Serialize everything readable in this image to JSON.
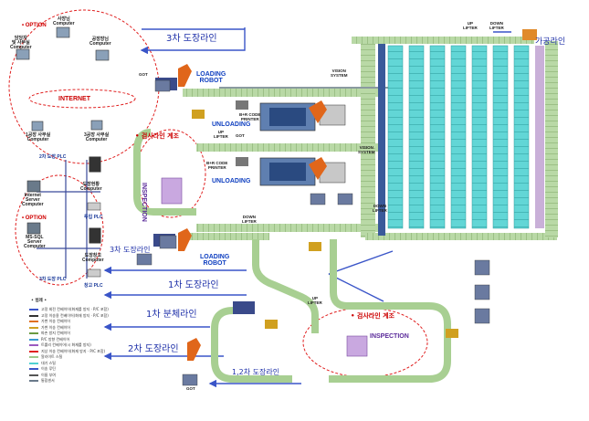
{
  "network": {
    "option_top": "• OPTION",
    "option_mid": "• OPTION",
    "internet": "INTERNET",
    "president": "사장님\nComputer",
    "manager_office": "담당자\n및 사무실\nComputer",
    "factory_head": "공장장님\nComputer",
    "plant1_office": "1공장 사무실\nComputer",
    "plant3_office": "3공장 사무실\nComputer",
    "plc2": "2차 도장 PLC",
    "server": "Internet\nServer\nComputer",
    "paint_monitor": "도장현황\nComputer",
    "input_plc": "투입 PLC",
    "sql": "MS-SQL\nServer\nComputer",
    "warehouse_computer": "도장창고\nComputer",
    "plc3": "3차 도장 PLC",
    "warehouse_plc": "창고 PLC"
  },
  "labels": {
    "line3": "3차 도장라인",
    "line3b": "3차 도장라인",
    "line1": "1차 도장라인",
    "line1_sep": "1차 분체라인",
    "line2": "2차 도장라인",
    "line12": "1,2차 도장라인",
    "processing": "가공라인",
    "inspection_top": "• 검사라인 계조",
    "inspection_bottom": "• 검사라인 계조",
    "loading1": "LOADING\nROBOT",
    "loading2": "LOADING\nROBOT",
    "unloading1": "UNLOADING",
    "unloading2": "UNLOADING",
    "barcode1": "B+R CODE\nPRINTER",
    "barcode2": "B+R CODE\nPRINTER",
    "up_lifter1": "UP\nLIFTER",
    "up_lifter2": "UP\nLIFTER",
    "up_lifter3": "UP\nLIFTER",
    "down_lifter1": "DOWN\nLIFTER",
    "down_lifter2": "DOWN\nLIFTER",
    "down_lifter3": "DOWN\nLIFTER",
    "vision1": "VISION\nSYSTEM",
    "vision2": "VISION\nSYSTEM",
    "inspection1": "INSPECTION",
    "inspection2": "INSPECTION",
    "got1": "GOT",
    "got2": "GOT",
    "got3": "GOT"
  },
  "legend": {
    "title": "• 범례 •",
    "items": [
      "고정 회전 컨베이어(화재를 방지 · P/C 포함)",
      "고정 이송용 컨베이어(화재 방지 · P/C 포함)",
      "가변 이송 컨베이어",
      "가변 이송 컨베이어",
      "파손 방지 컨베이어",
      "P/C 방향 컨베이어",
      "트롤리 컨베이어(시 화재를 방지)",
      "지상 이송 컨베이어(화재 방지 · P/C 포함)",
      "알라이트 스틸",
      "대기 스틸",
      "이송 루틴",
      "이름 부여",
      "통합센서"
    ]
  },
  "colors": {
    "belt_green": "#9ec98a",
    "rack_cyan": "#4fd2d2",
    "arrow_blue": "#3a55c8",
    "dashed_red": "#e02020",
    "frame_gray": "#8a9aa0"
  }
}
